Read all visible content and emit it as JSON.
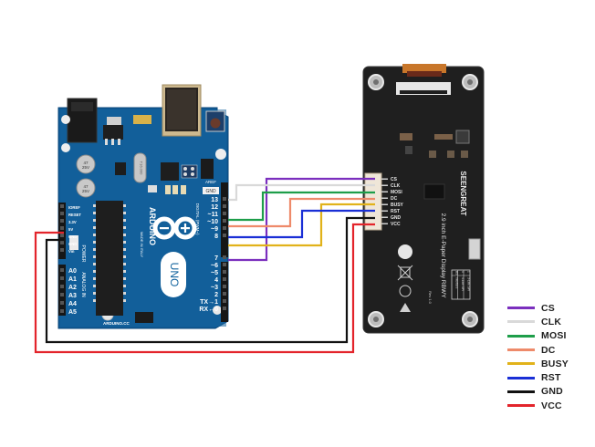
{
  "title": "Arduino UNO to 2.9 inch E-Paper Display wiring diagram",
  "arduino": {
    "brand": "ARDUINO",
    "model": "UNO",
    "website": "ARDUINO.CC",
    "header_label_digital": "DIGITAL (PWM~)",
    "header_label_power": "POWER",
    "header_label_analog": "ANALOG IN",
    "made_in": "MADE IN ITALY",
    "aref": "AREF",
    "gnd": "GND",
    "crystal": "T16.000",
    "digital_pins": [
      "13",
      "12",
      "~11",
      "~10",
      "~9",
      "8",
      "7",
      "~6",
      "~5",
      "4",
      "~3",
      "2",
      "TX→1",
      "RX←0"
    ],
    "power_pins": [
      "IOREF",
      "RESET",
      "3.3V",
      "5V",
      "GND",
      "GND",
      "Vin"
    ],
    "analog_pins": [
      "A0",
      "A1",
      "A2",
      "A3",
      "A4",
      "A5"
    ],
    "cap_labels": [
      "47",
      "25V"
    ],
    "icsp": "ICSP",
    "on_label": "ON",
    "tx_rx": [
      "TX",
      "RX"
    ]
  },
  "display": {
    "brand": "SEENGREAT",
    "product": "2.9 inch E-Paper Display RBWY",
    "revision": "Rev 1.0",
    "connector_pins": [
      "CS",
      "CLK",
      "MOSI",
      "DC",
      "BUSY",
      "RST",
      "GND",
      "VCC"
    ],
    "interface_table": {
      "headers": [
        "BS",
        "Interface"
      ],
      "rows": [
        [
          "0",
          "4-Line SPI"
        ],
        [
          "1",
          "3-Line SPI"
        ]
      ]
    },
    "switch_labels": [
      "0",
      "BS",
      "1"
    ]
  },
  "connections": [
    {
      "signal": "CS",
      "arduino_pin": "7",
      "color": "#7b2fbe"
    },
    {
      "signal": "CLK",
      "arduino_pin": "13",
      "color": "#d9d9d9"
    },
    {
      "signal": "MOSI",
      "arduino_pin": "11",
      "color": "#1e9e4a"
    },
    {
      "signal": "DC",
      "arduino_pin": "10",
      "color": "#ee8a6a"
    },
    {
      "signal": "BUSY",
      "arduino_pin": "8",
      "color": "#e1b21a"
    },
    {
      "signal": "RST",
      "arduino_pin": "9",
      "color": "#1a2fd6"
    },
    {
      "signal": "GND",
      "arduino_pin": "GND",
      "color": "#111111"
    },
    {
      "signal": "VCC",
      "arduino_pin": "5V",
      "color": "#e3242b"
    }
  ],
  "legend": [
    {
      "label": "CS",
      "color": "#7b2fbe"
    },
    {
      "label": "CLK",
      "color": "#d9d9d9"
    },
    {
      "label": "MOSI",
      "color": "#1e9e4a"
    },
    {
      "label": "DC",
      "color": "#ee8a6a"
    },
    {
      "label": "BUSY",
      "color": "#e1b21a"
    },
    {
      "label": "RST",
      "color": "#1a2fd6"
    },
    {
      "label": "GND",
      "color": "#111111"
    },
    {
      "label": "VCC",
      "color": "#e3242b"
    }
  ]
}
